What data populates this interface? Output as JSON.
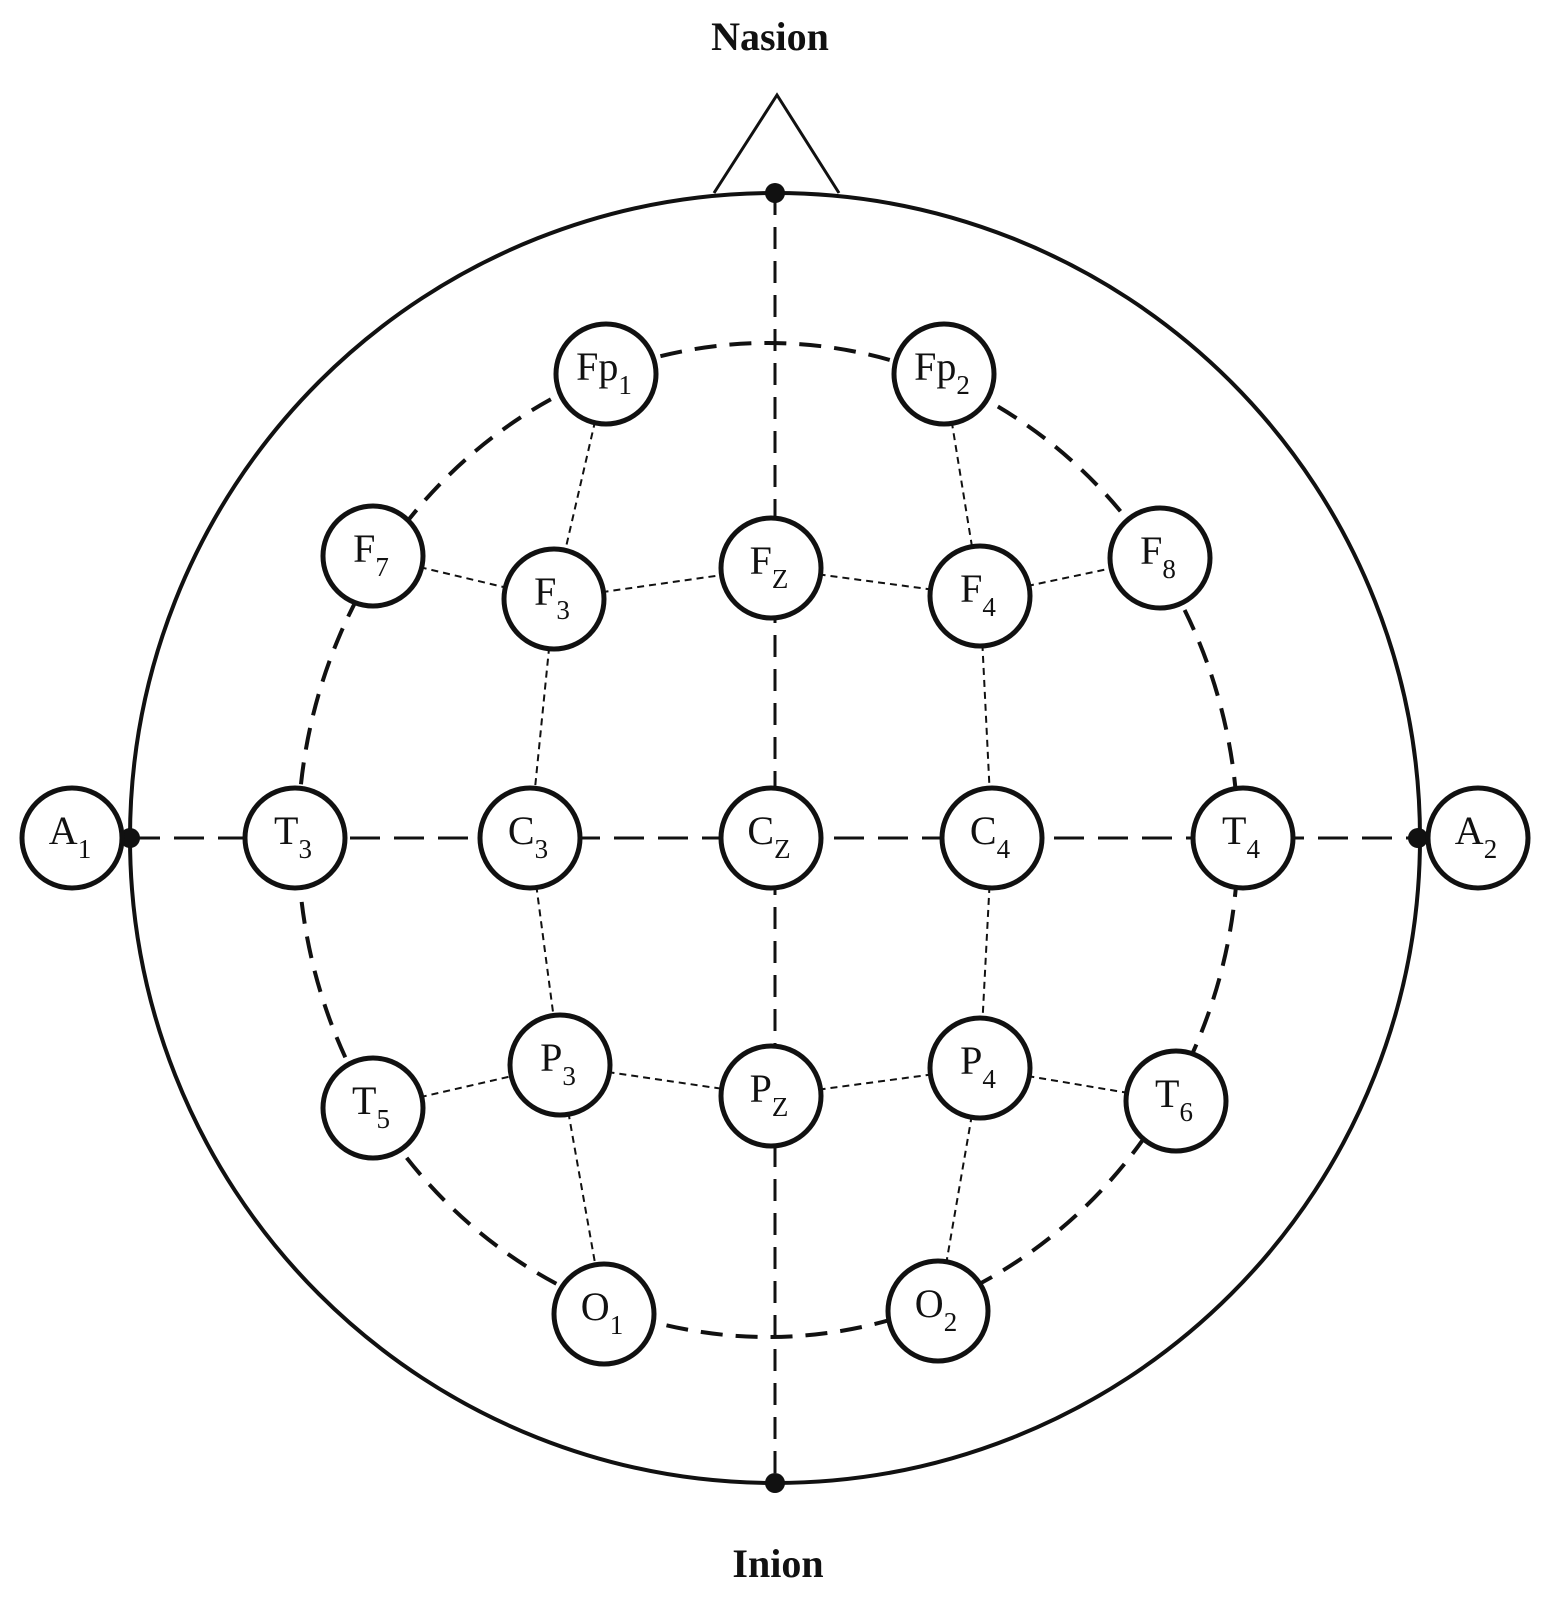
{
  "labels": {
    "nasion": "Nasion",
    "inion": "Inion"
  },
  "colors": {
    "stroke": "#111111",
    "background": "#ffffff"
  },
  "electrodes": [
    {
      "id": "Fp1",
      "main": "Fp",
      "sub": "1"
    },
    {
      "id": "Fp2",
      "main": "Fp",
      "sub": "2"
    },
    {
      "id": "F7",
      "main": "F",
      "sub": "7"
    },
    {
      "id": "F3",
      "main": "F",
      "sub": "3"
    },
    {
      "id": "Fz",
      "main": "F",
      "sub": "Z"
    },
    {
      "id": "F4",
      "main": "F",
      "sub": "4"
    },
    {
      "id": "F8",
      "main": "F",
      "sub": "8"
    },
    {
      "id": "A1",
      "main": "A",
      "sub": "1"
    },
    {
      "id": "T3",
      "main": "T",
      "sub": "3"
    },
    {
      "id": "C3",
      "main": "C",
      "sub": "3"
    },
    {
      "id": "Cz",
      "main": "C",
      "sub": "Z"
    },
    {
      "id": "C4",
      "main": "C",
      "sub": "4"
    },
    {
      "id": "T4",
      "main": "T",
      "sub": "4"
    },
    {
      "id": "A2",
      "main": "A",
      "sub": "2"
    },
    {
      "id": "T5",
      "main": "T",
      "sub": "5"
    },
    {
      "id": "P3",
      "main": "P",
      "sub": "3"
    },
    {
      "id": "Pz",
      "main": "P",
      "sub": "Z"
    },
    {
      "id": "P4",
      "main": "P",
      "sub": "4"
    },
    {
      "id": "T6",
      "main": "T",
      "sub": "6"
    },
    {
      "id": "O1",
      "main": "O",
      "sub": "1"
    },
    {
      "id": "O2",
      "main": "O",
      "sub": "2"
    }
  ]
}
